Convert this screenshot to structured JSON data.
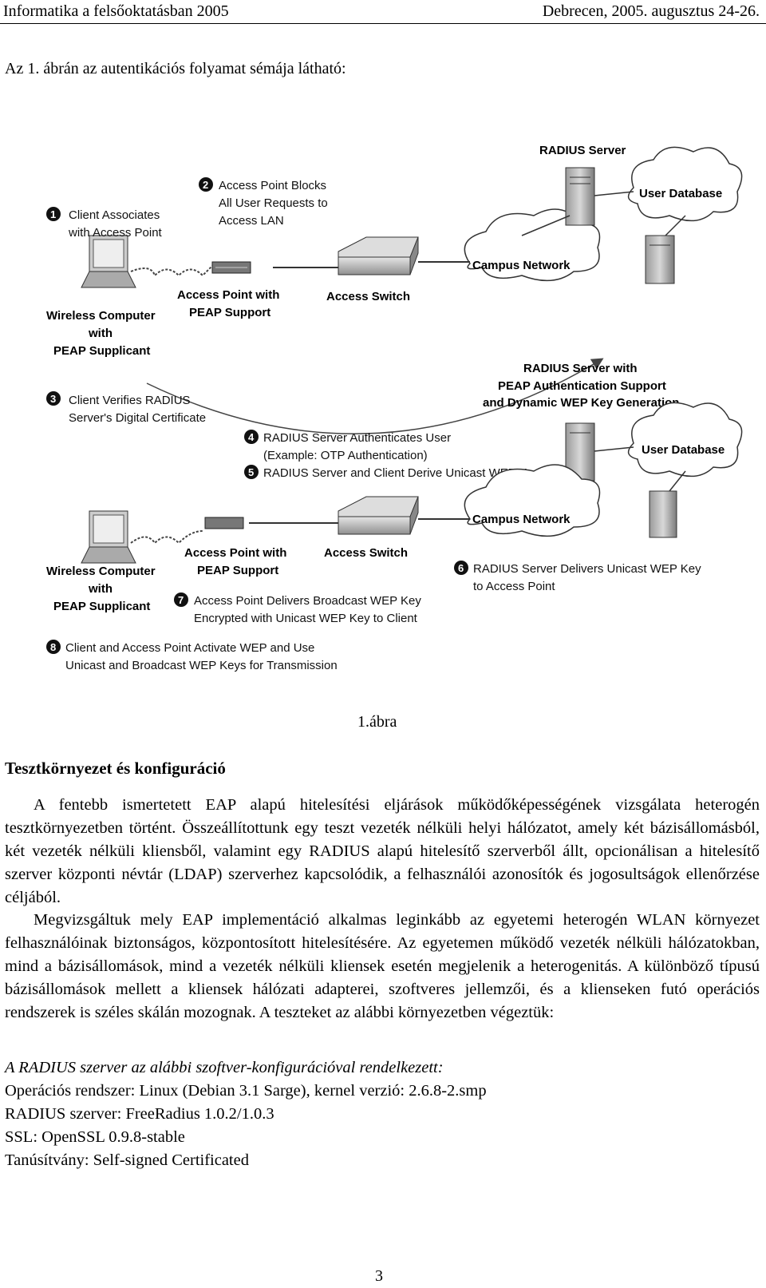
{
  "header": {
    "left": "Informatika a felsőoktatásban 2005",
    "right": "Debrecen, 2005. augusztus 24-26."
  },
  "intro": "Az 1. ábrán az autentikációs folyamat sémája látható:",
  "figure": {
    "steps": [
      {
        "num": "1",
        "lines": [
          "Client Associates",
          "with Access Point"
        ]
      },
      {
        "num": "2",
        "lines": [
          "Access Point Blocks",
          "All User Requests to",
          "Access LAN"
        ]
      },
      {
        "num": "3",
        "lines": [
          "Client Verifies RADIUS",
          "Server's Digital Certificate"
        ]
      },
      {
        "num": "4",
        "lines": [
          "RADIUS Server Authenticates User",
          "(Example: OTP Authentication)"
        ]
      },
      {
        "num": "5",
        "lines": [
          "RADIUS Server and Client Derive Unicast WEP Key"
        ]
      },
      {
        "num": "6",
        "lines": [
          "RADIUS Server Delivers Unicast WEP Key",
          "to Access Point"
        ]
      },
      {
        "num": "7",
        "lines": [
          "Access Point Delivers Broadcast WEP Key",
          "Encrypted with Unicast WEP Key to Client"
        ]
      },
      {
        "num": "8",
        "lines": [
          "Client and Access Point Activate WEP and Use",
          "Unicast and Broadcast WEP Keys for Transmission"
        ]
      }
    ],
    "labels": {
      "radius_server": "RADIUS Server",
      "user_database": "User Database",
      "campus_network": "Campus Network",
      "access_switch": "Access Switch",
      "access_point_lines": [
        "Access Point with",
        "PEAP Support"
      ],
      "wireless_lines": [
        "Wireless Computer",
        "with",
        "PEAP Supplicant"
      ],
      "radius_peap_lines": [
        "RADIUS Server with",
        "PEAP Authentication Support",
        "and Dynamic WEP Key Generation"
      ]
    }
  },
  "caption": "1.ábra",
  "section_title": "Tesztkörnyezet és konfiguráció",
  "paragraphs": [
    "A fentebb ismertetett EAP alapú hitelesítési eljárások működőképességének vizsgálata heterogén tesztkörnyezetben történt. Összeállítottunk egy teszt vezeték nélküli helyi hálózatot, amely két bázisállomásból, két vezeték nélküli kliensből, valamint egy RADIUS alapú hitelesítő szerverből állt, opcionálisan a hitelesítő szerver központi névtár (LDAP) szerverhez kapcsolódik, a felhasználói azonosítók és jogosultságok ellenőrzése céljából.",
    "Megvizsgáltuk mely EAP implementáció alkalmas leginkább az egyetemi heterogén WLAN környezet felhasználóinak biztonságos, központosított hitelesítésére. Az egyetemen működő vezeték nélküli hálózatokban, mind a bázisállomások, mind a vezeték nélküli kliensek esetén megjelenik a heterogenitás. A különböző típusú bázisállomások mellett a kliensek hálózati adapterei, szoftveres jellemzői, és a klienseken futó operációs rendszerek is széles skálán mozognak. A teszteket az alábbi környezetben végeztük:"
  ],
  "config": {
    "heading": "A RADIUS szerver az alábbi szoftver-konfigurációval rendelkezett:",
    "lines": [
      "Operációs rendszer: Linux (Debian 3.1 Sarge), kernel verzió: 2.6.8-2.smp",
      "RADIUS szerver: FreeRadius 1.0.2/1.0.3",
      "SSL: OpenSSL 0.9.8-stable",
      "Tanúsítvány: Self-signed Certificated"
    ]
  },
  "page_number": "3"
}
